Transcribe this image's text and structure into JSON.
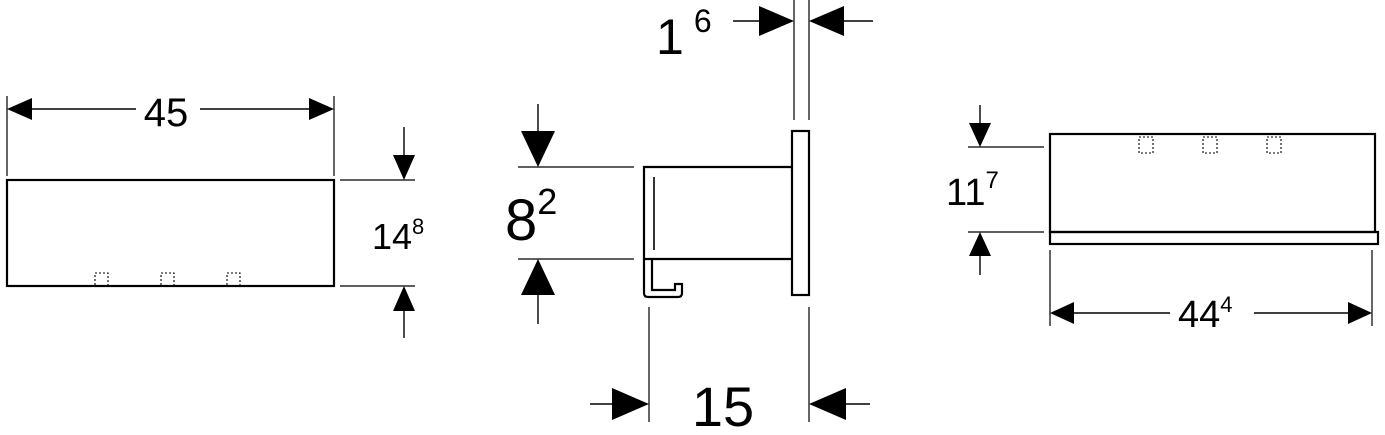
{
  "views": {
    "front": {
      "width": {
        "main": "45",
        "sup": ""
      },
      "height": {
        "main": "14",
        "sup": "8"
      }
    },
    "side": {
      "thickness": {
        "main": "1",
        "sup": "6"
      },
      "body_height": {
        "main": "8",
        "sup": "2"
      },
      "depth": {
        "main": "15",
        "sup": ""
      }
    },
    "rear": {
      "height": {
        "main": "11",
        "sup": "7"
      },
      "width": {
        "main": "44",
        "sup": "4"
      }
    }
  }
}
